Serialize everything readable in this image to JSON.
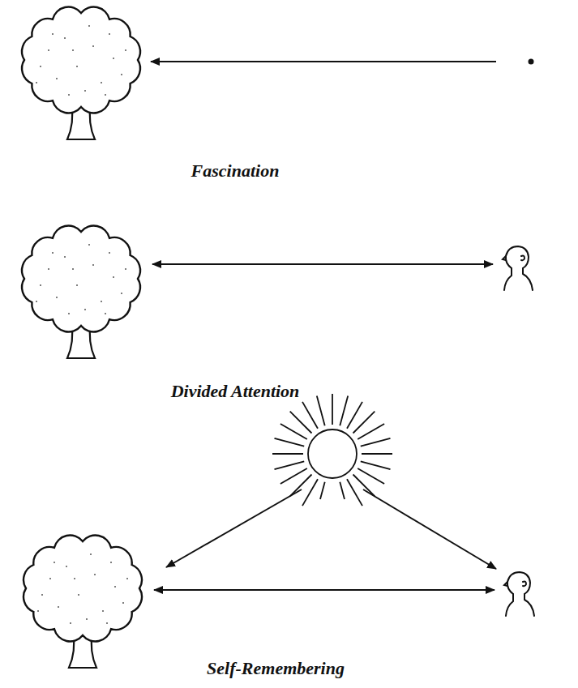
{
  "diagram": {
    "labels": [
      "Fascination",
      "Divided Attention",
      "Self-Remembering"
    ]
  }
}
